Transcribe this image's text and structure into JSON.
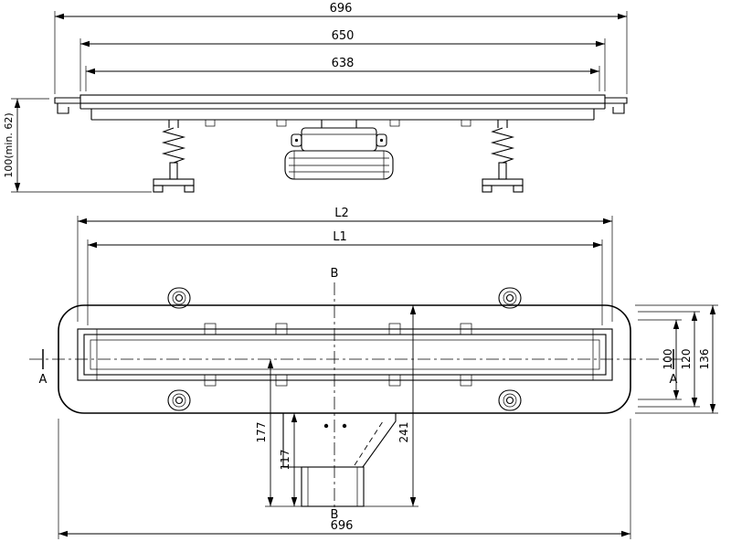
{
  "page": {
    "background": "#ffffff",
    "line_color": "#000000",
    "description": "Technical drawing of linear shower drain channel, elevation and plan views"
  },
  "elevation": {
    "dim_total": "696",
    "dim_grate_outer": "650",
    "dim_grate_inner": "638",
    "dim_height": "100(min. 62)"
  },
  "plan": {
    "dim_length_outer": "L2",
    "dim_length_inner": "L1",
    "dim_total": "696",
    "dim_width_inner": "100",
    "dim_width_mid": "120",
    "dim_width_outer": "136",
    "dim_offset_center": "177",
    "dim_offset_edge": "117",
    "dim_offset_total": "241",
    "section_a": "A",
    "section_b": "B"
  }
}
